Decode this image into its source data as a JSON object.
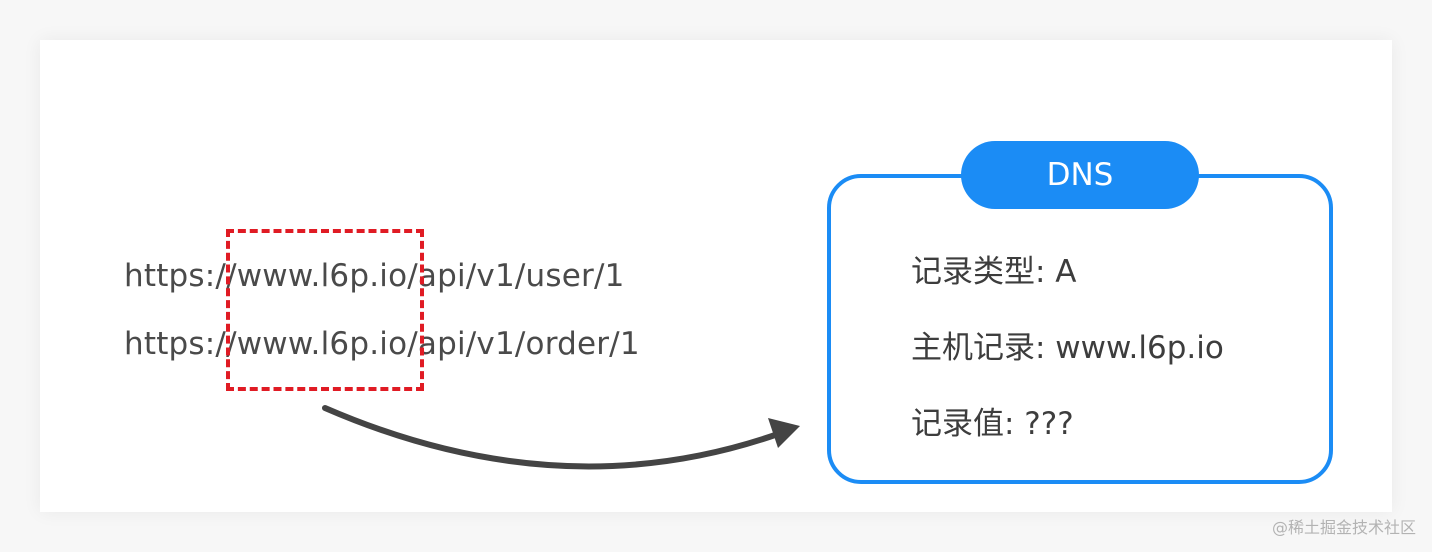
{
  "urls": [
    "https://www.l6p.io/api/v1/user/1",
    "https://www.l6p.io/api/v1/order/1"
  ],
  "dns": {
    "title": "DNS",
    "records": [
      "记录类型: A",
      "主机记录: www.l6p.io",
      "记录值: ???"
    ]
  },
  "colors": {
    "highlight": "#e01b24",
    "dns_accent": "#1b8cf5",
    "arrow": "#444444"
  },
  "watermark": "@稀土掘金技术社区"
}
